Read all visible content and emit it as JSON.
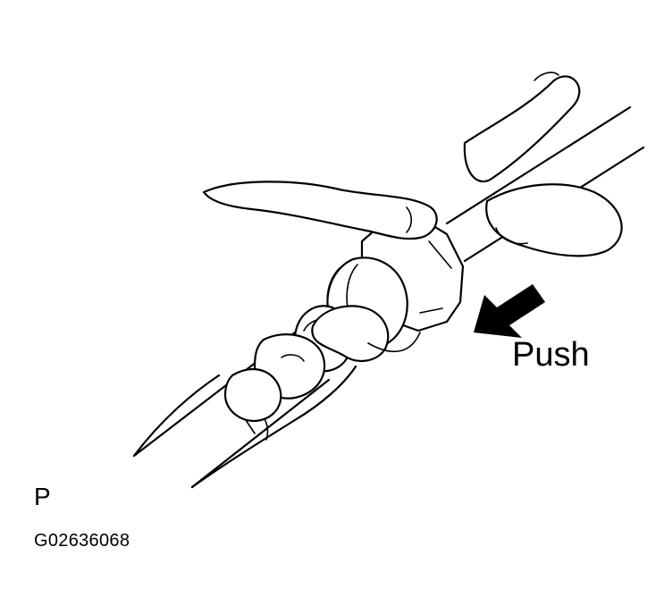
{
  "labels": {
    "direction": "Push",
    "view": "P",
    "figure_code": "G02636068"
  },
  "icons": {
    "direction_arrow": "push-arrow-icon"
  }
}
